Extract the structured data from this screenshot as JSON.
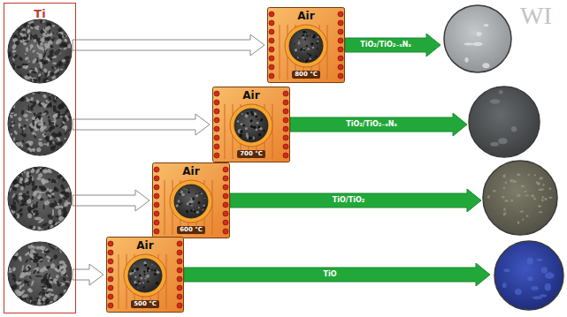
{
  "diagram": {
    "nodes": [
      {
        "text": [
          "Ti"
        ]
      },
      {
        "text": [
          "Air",
          "800 °C"
        ]
      },
      {
        "text": [
          "TiO₂/TiO₂₋ₓNₓ"
        ]
      },
      {
        "text": [
          "Air",
          "700 °C"
        ]
      },
      {
        "text": [
          "TiO₂/TiO₂₋ₓNₓ"
        ]
      },
      {
        "text": [
          "Air",
          "600 °C"
        ]
      },
      {
        "text": [
          "TiO/TiO₂"
        ]
      },
      {
        "text": [
          "Air",
          "500 °C"
        ]
      },
      {
        "text": [
          "TiO"
        ]
      }
    ],
    "labels": [
      "WI"
    ]
  }
}
